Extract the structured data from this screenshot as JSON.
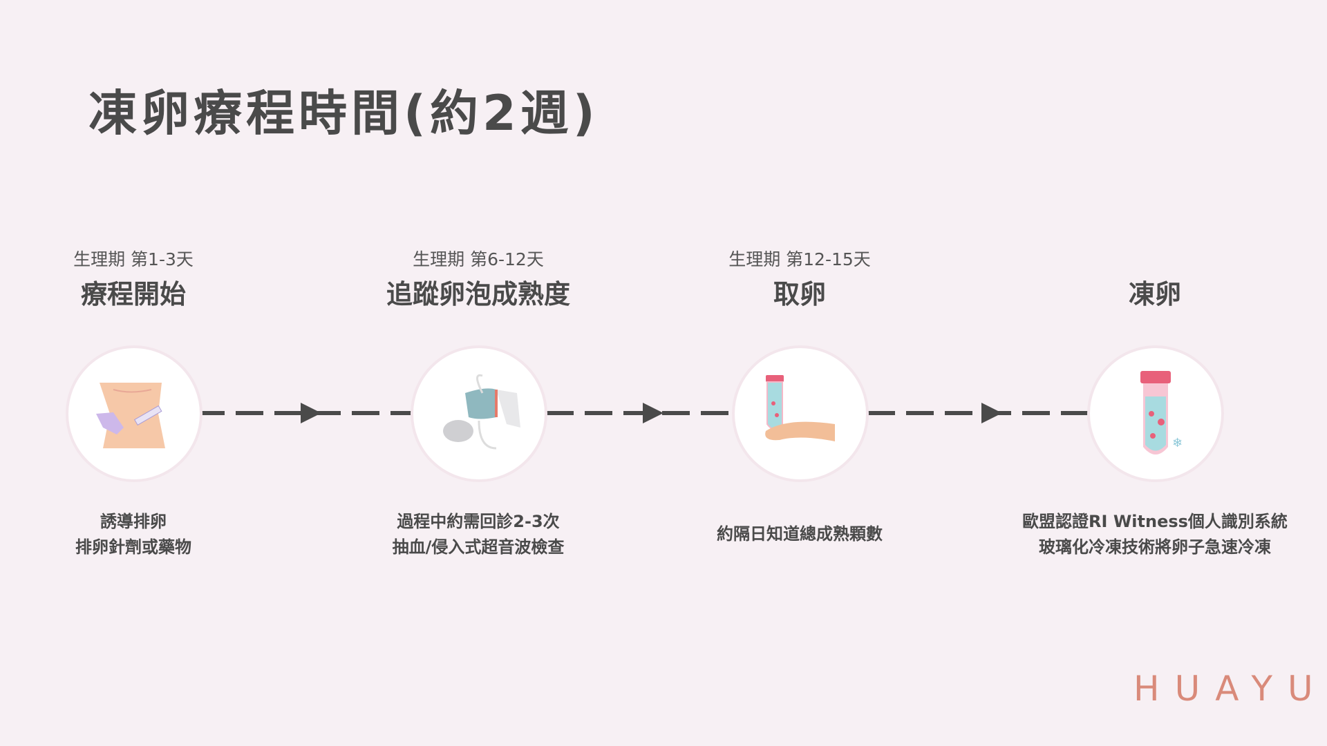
{
  "title": "凍卵療程時間(約2週)",
  "steps": [
    {
      "period": "生理期 第1-3天",
      "heading": "療程開始",
      "desc": [
        "誘導排卵",
        "排卵針劑或藥物"
      ],
      "icon": "injection-icon"
    },
    {
      "period": "生理期 第6-12天",
      "heading": "追蹤卵泡成熟度",
      "desc": [
        "過程中約需回診2-3次",
        "抽血/侵入式超音波檢查"
      ],
      "icon": "ultrasound-icon"
    },
    {
      "period": "生理期 第12-15天",
      "heading": "取卵",
      "desc": [
        "約隔日知道總成熟顆數"
      ],
      "icon": "test-tube-hand-icon"
    },
    {
      "period": "",
      "heading": "凍卵",
      "desc": [
        "歐盟認證RI Witness個人識別系統",
        "玻璃化冷凍技術將卵子急速冷凍"
      ],
      "icon": "frozen-test-tube-icon"
    }
  ],
  "brand": "HUAYU",
  "colors": {
    "background": "#f7f0f4",
    "text": "#4a4a4a",
    "brand": "#d98a7a"
  }
}
